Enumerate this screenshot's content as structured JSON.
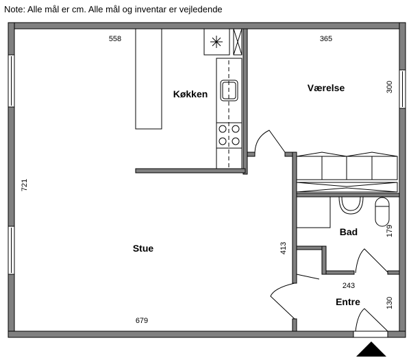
{
  "note": "Note: Alle mål er cm. Alle mål og inventar er vejledende",
  "rooms": {
    "kitchen": "Køkken",
    "bedroom": "Værelse",
    "living": "Stue",
    "bath": "Bad",
    "entry": "Entre"
  },
  "dimensions": {
    "living_top": "558",
    "bedroom_top": "365",
    "bedroom_side": "300",
    "living_side": "721",
    "living_right": "413",
    "living_bottom": "679",
    "bath_side": "179",
    "entry_top": "243",
    "entry_side": "130"
  },
  "colors": {
    "wall": "#808080",
    "line": "#000000"
  }
}
